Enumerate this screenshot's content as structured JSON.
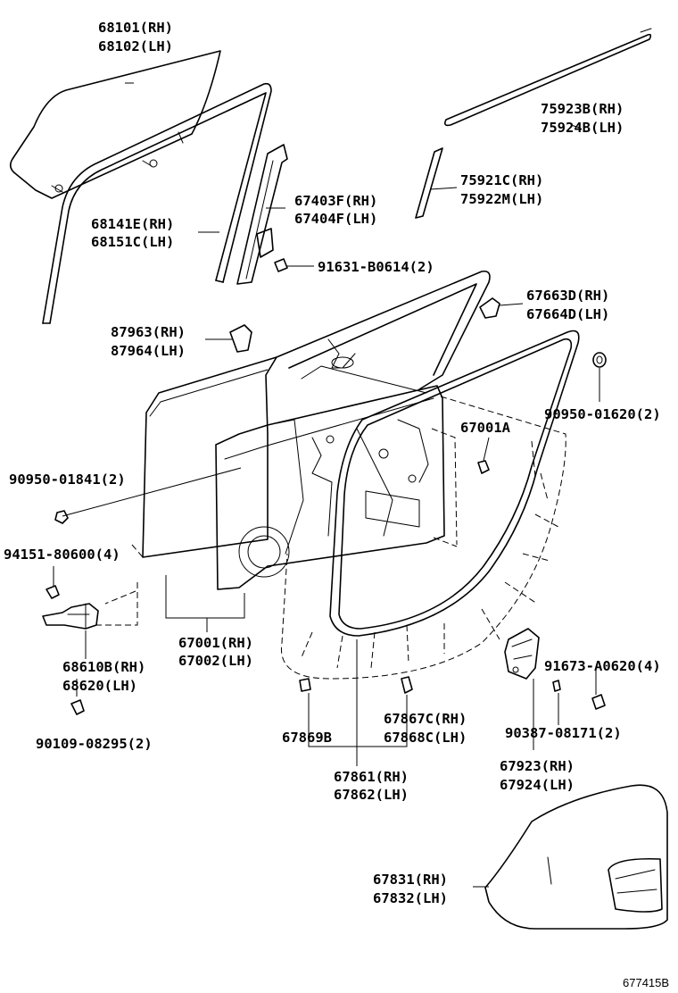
{
  "labels": {
    "l68101": "68101(RH)",
    "l68102": "68102(LH)",
    "l75923b": "75923B(RH)",
    "l75924b": "75924B(LH)",
    "l75921c": "75921C(RH)",
    "l75922m": "75922M(LH)",
    "l67403f": "67403F(RH)",
    "l67404f": "67404F(LH)",
    "l68141e": "68141E(RH)",
    "l68151c": "68151C(LH)",
    "l91631": "91631-B0614(2)",
    "l67663d": "67663D(RH)",
    "l67664d": "67664D(LH)",
    "l87963": "87963(RH)",
    "l87964": "87964(LH)",
    "l90950_01620": "90950-01620(2)",
    "l67001a": "67001A",
    "l90950_01841": "90950-01841(2)",
    "l94151": "94151-80600(4)",
    "l67001": "67001(RH)",
    "l67002": "67002(LH)",
    "l68610b": "68610B(RH)",
    "l68620": "68620(LH)",
    "l91673": "91673-A0620(4)",
    "l67867c": "67867C(RH)",
    "l67868c": "67868C(LH)",
    "l90387": "90387-08171(2)",
    "l90109": "90109-08295(2)",
    "l67869b": "67869B",
    "l67923": "67923(RH)",
    "l67924": "67924(LH)",
    "l67861": "67861(RH)",
    "l67862": "67862(LH)",
    "l67831": "67831(RH)",
    "l67832": "67832(LH)"
  },
  "diagram_code": "677415B"
}
